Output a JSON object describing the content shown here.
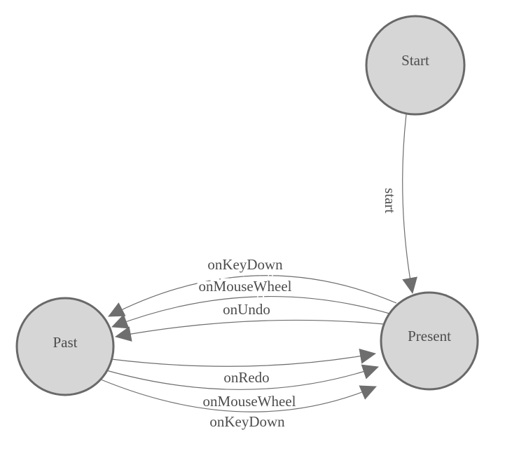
{
  "diagram": {
    "kind": "finite-state-machine",
    "colors": {
      "background": "#ffffff",
      "node_fill": "#d6d6d6",
      "node_stroke": "#696969",
      "edge_stroke": "#6e6e6e",
      "arrowhead": "#6e6e6e",
      "label_text": "#4d4d4d"
    },
    "nodes": [
      {
        "id": "start",
        "label": "Start"
      },
      {
        "id": "past",
        "label": "Past"
      },
      {
        "id": "present",
        "label": "Present"
      }
    ],
    "edges": [
      {
        "id": "start-to-present",
        "from": "Start",
        "to": "Present",
        "label": "start"
      },
      {
        "id": "present-to-past-keydown",
        "from": "Present",
        "to": "Past",
        "label": "onKeyDown"
      },
      {
        "id": "present-to-past-mousewheel",
        "from": "Present",
        "to": "Past",
        "label": "onMouseWheel"
      },
      {
        "id": "present-to-past-undo",
        "from": "Present",
        "to": "Past",
        "label": "onUndo"
      },
      {
        "id": "past-to-present-redo",
        "from": "Past",
        "to": "Present",
        "label": "onRedo"
      },
      {
        "id": "past-to-present-mousewheel",
        "from": "Past",
        "to": "Present",
        "label": "onMouseWheel"
      },
      {
        "id": "past-to-present-keydown",
        "from": "Past",
        "to": "Present",
        "label": "onKeyDown"
      }
    ]
  }
}
